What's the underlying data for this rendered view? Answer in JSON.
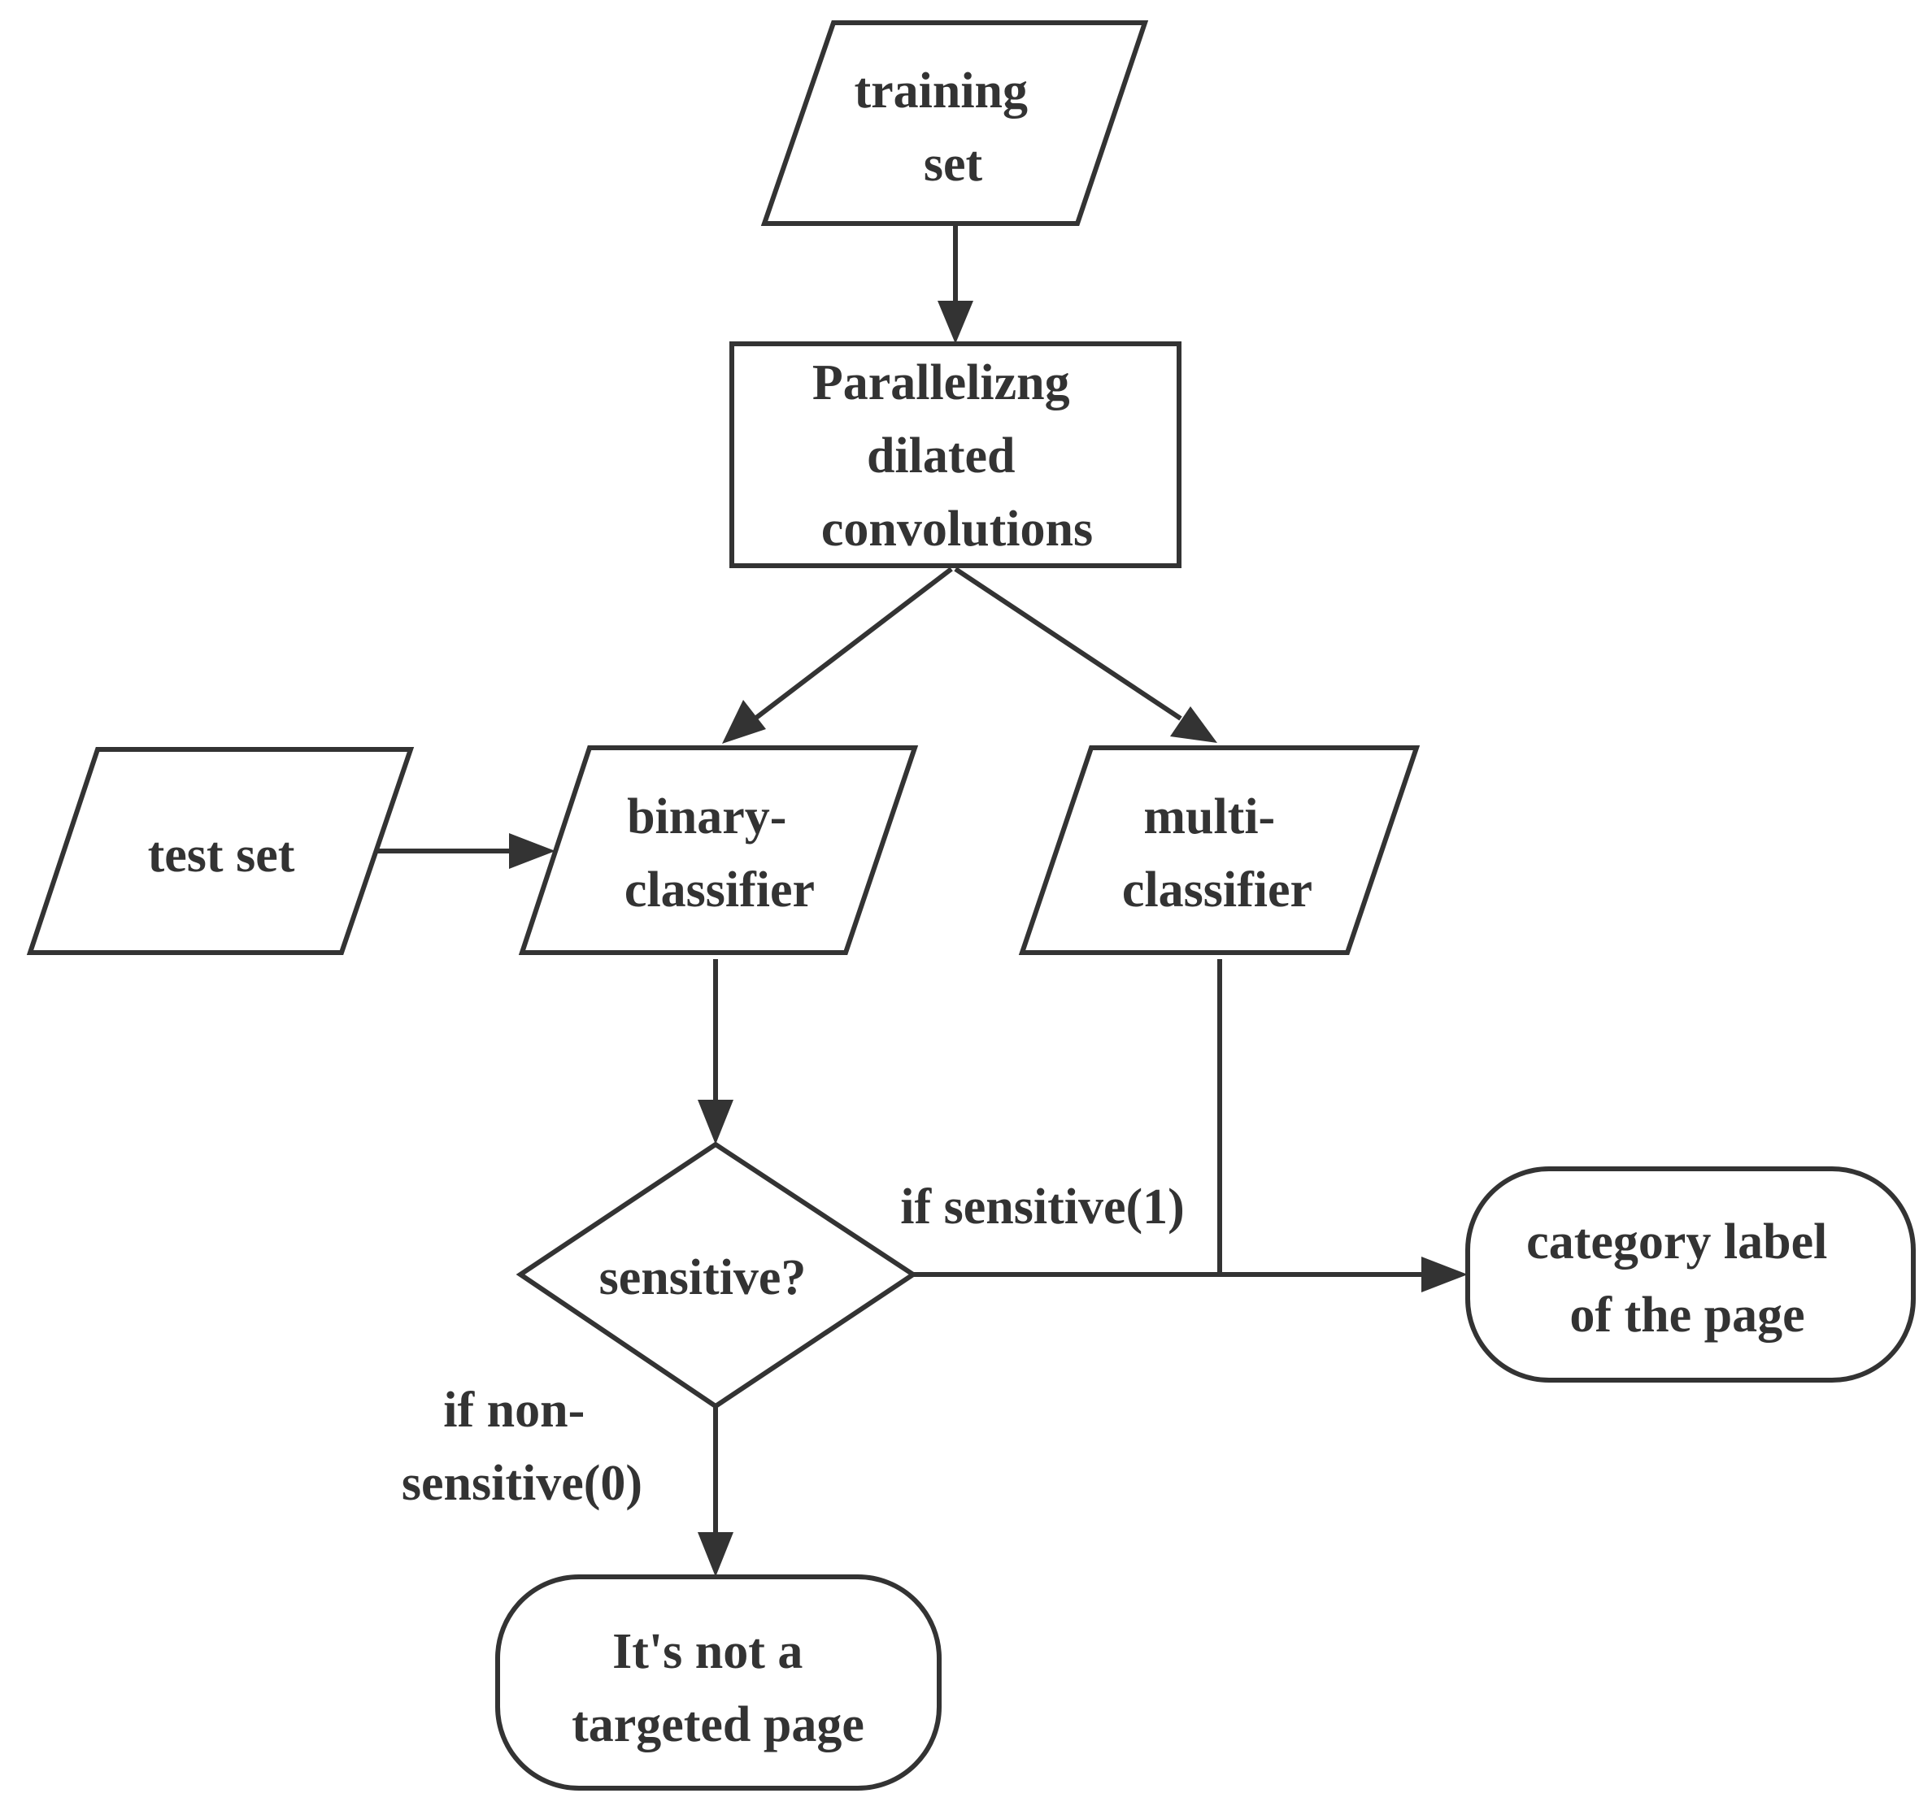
{
  "nodes": {
    "training_set": {
      "lines": [
        "training",
        "set"
      ]
    },
    "parallelizing": {
      "lines": [
        "Parallelizng",
        "dilated",
        "convolutions"
      ]
    },
    "test_set": {
      "lines": [
        "test set"
      ]
    },
    "binary_classifier": {
      "lines": [
        "binary-",
        "classifier"
      ]
    },
    "multi_classifier": {
      "lines": [
        "multi-",
        "classifier"
      ]
    },
    "sensitive_decision": {
      "lines": [
        "sensitive?"
      ]
    },
    "category_label": {
      "lines": [
        "category label",
        "of the page"
      ]
    },
    "not_targeted": {
      "lines": [
        "It's not a",
        "targeted page"
      ]
    }
  },
  "edge_labels": {
    "if_sensitive": {
      "lines": [
        "if sensitive(1)"
      ]
    },
    "if_non_sensitive": {
      "lines": [
        "if non-",
        "sensitive(0)"
      ]
    }
  },
  "colors": {
    "stroke": "#333333",
    "background": "#ffffff"
  }
}
